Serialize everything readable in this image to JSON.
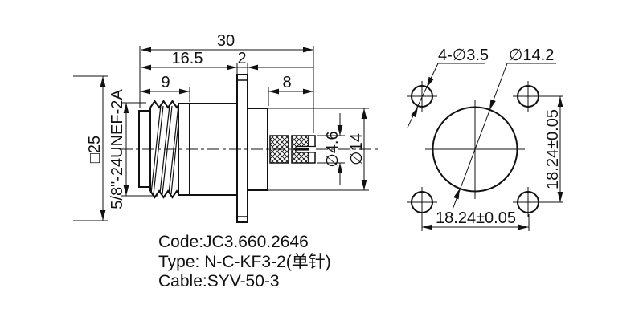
{
  "side_view": {
    "dim_overall": "30",
    "dim_front_length": "16.5",
    "dim_flange_thickness": "2",
    "dim_thread_length": "9",
    "dim_rear_length": "8",
    "dim_flange_square": "□25",
    "thread_spec": "5/8\"-24UNEF-2A",
    "dim_sleeve_diameter": "∅4.6",
    "dim_body_diameter": "∅14"
  },
  "front_view": {
    "dim_mount_holes": "4-∅3.5",
    "dim_circle_diameter": "∅14.2",
    "dim_hole_spacing_horizontal": "18.24±0.05",
    "dim_hole_spacing_vertical": "18.24±0.05"
  },
  "notes": {
    "code": "Code:JC3.660.2646",
    "type": "Type: N-C-KF3-2(单针)",
    "cable": "Cable:SYV-50-3"
  },
  "colors": {
    "line": "#111111",
    "background": "#ffffff"
  }
}
